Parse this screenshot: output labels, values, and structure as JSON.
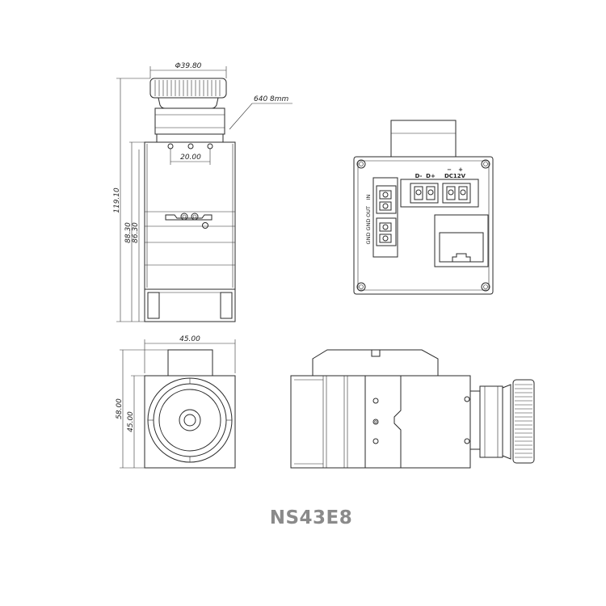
{
  "model": "NS43E8",
  "dimensions": {
    "lens_diameter": "Φ39.80",
    "lens_focal": "640 8mm",
    "hole_spacing": "20.00",
    "total_height": "119.10",
    "body_height_a": "88.30",
    "body_height_b": "86.30",
    "width": "45.00",
    "height_outer": "58.00",
    "height_inner": "45.00"
  },
  "connector_labels": {
    "d_minus": "D-",
    "d_plus": "D+",
    "minus": "−",
    "plus": "+",
    "dc": "DC12V",
    "in": "IN",
    "out": "OUT",
    "gnd1": "GND",
    "gnd2": "GND"
  }
}
